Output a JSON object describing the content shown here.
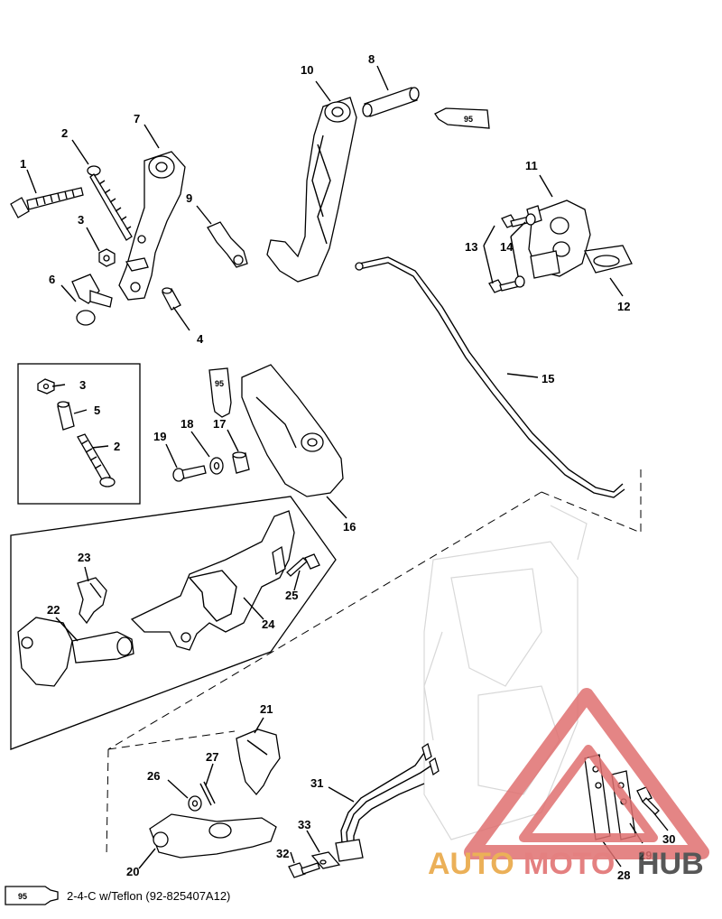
{
  "callouts": [
    "1",
    "2",
    "3",
    "4",
    "5",
    "6",
    "7",
    "8",
    "9",
    "10",
    "11",
    "12",
    "13",
    "14",
    "15",
    "16",
    "17",
    "18",
    "19",
    "20",
    "21",
    "22",
    "23",
    "24",
    "25",
    "26",
    "27",
    "28",
    "29",
    "30",
    "31",
    "32",
    "33"
  ],
  "inset_callouts": {
    "nut": "3",
    "sleeve": "5",
    "bolt": "2"
  },
  "sealant_tag": "95",
  "legend": {
    "code": "95",
    "text": "2-4-C w/Teflon (92-825407A12)"
  },
  "watermark": {
    "part1": "AUTO",
    "part2": "MOTO",
    "part3": "HUB",
    "color_primary": "#e8a33c",
    "color_accent": "#e06a6a",
    "color_dark": "#3a3a3a"
  }
}
